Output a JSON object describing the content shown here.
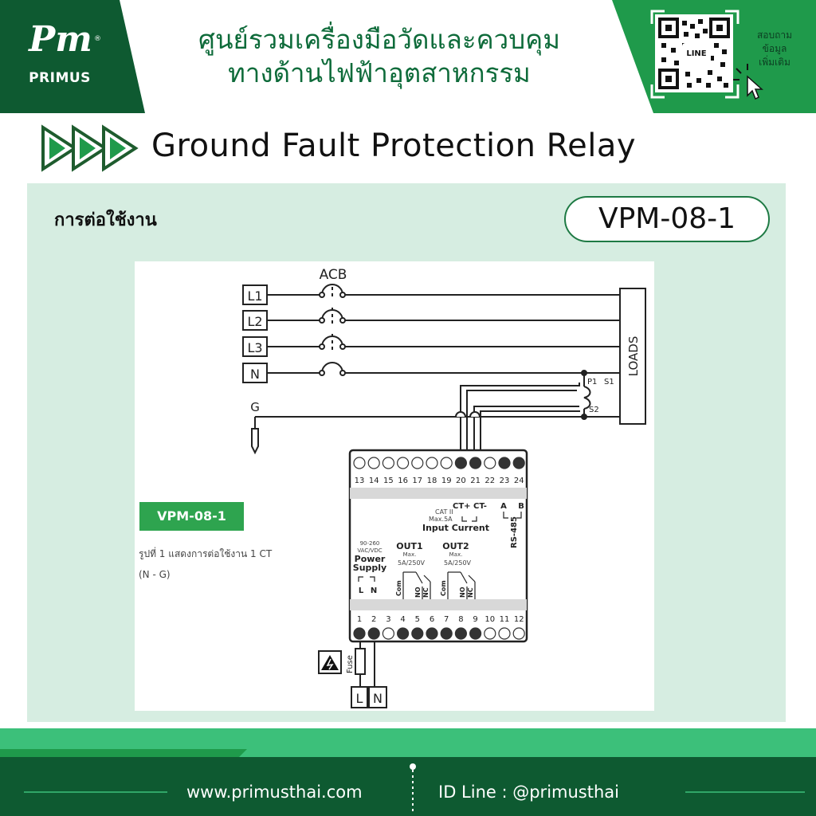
{
  "brand": {
    "logo_mark": "Pm",
    "registered": "®",
    "name": "PRIMUS"
  },
  "header": {
    "line1": "ศูนย์รวมเครื่องมือวัดและควบคุม",
    "line2": "ทางด้านไฟฟ้าอุตสาหกรรม"
  },
  "qr": {
    "badge": "LINE",
    "side_lines": [
      "สอบถาม",
      "ข้อมูล",
      "เพิ่มเติม"
    ]
  },
  "title": "Ground Fault Protection Relay",
  "panel": {
    "usage_label": "การต่อใช้งาน",
    "model": "VPM-08-1"
  },
  "diagram": {
    "acb_label": "ACB",
    "lines": [
      "L1",
      "L2",
      "L3",
      "N"
    ],
    "ground": "G",
    "loads": "LOADS",
    "ct_terminals": [
      "P1",
      "S1",
      "S2"
    ],
    "top_terminals": [
      "13",
      "14",
      "15",
      "16",
      "17",
      "18",
      "19",
      "20",
      "21",
      "22",
      "23",
      "24"
    ],
    "bottom_terminals": [
      "1",
      "2",
      "3",
      "4",
      "5",
      "6",
      "7",
      "8",
      "9",
      "10",
      "11",
      "12"
    ],
    "ct_header": "CT+ CT-",
    "cat": "CAT II",
    "max5a": "Max.5A",
    "input_current": "Input Current",
    "rs485": "RS-485",
    "rs_ab": [
      "A",
      "B"
    ],
    "power_volts": "90-260",
    "power_type": "VAC/VDC",
    "power_supply": [
      "Power",
      "Supply"
    ],
    "power_ln": [
      "L",
      "N"
    ],
    "out1": "OUT1",
    "out2": "OUT2",
    "out_max": "Max.",
    "out_rating": "5A/250V",
    "relay_pins": [
      "Com",
      "NO",
      "NC"
    ],
    "fuse": "Fuse",
    "supply_terminals": [
      "L",
      "N"
    ],
    "badge": "VPM-08-1",
    "caption1": "รูปที่ 1 แสดงการต่อใช้งาน 1 CT",
    "caption2": "(N - G)"
  },
  "footer": {
    "website": "www.primusthai.com",
    "line_id": "ID Line : @primusthai"
  },
  "colors": {
    "brand_dark": "#0e5a31",
    "brand_green": "#1f9a4b",
    "brand_light": "#3cc07a",
    "panel": "#d6ede1",
    "accent": "#2ea44f"
  }
}
